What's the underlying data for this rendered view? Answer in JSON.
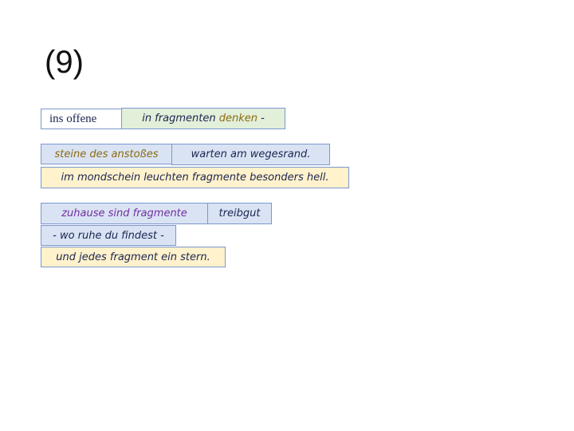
{
  "slide": {
    "title": "(9)"
  },
  "fragments": [
    {
      "text": "ins offene"
    },
    {
      "text": "in fragmenten ",
      "highlight": "denken",
      "suffix": " -"
    },
    {
      "text": "steine des anstoßes"
    },
    {
      "text": "warten am wegesrand."
    },
    {
      "text": "im mondschein leuchten fragmente besonders hell."
    },
    {
      "text": "zuhause sind fragmente"
    },
    {
      "text": "treibgut"
    },
    {
      "text": "- wo ruhe du findest -"
    },
    {
      "text": "und jedes fragment ein stern."
    }
  ],
  "colors": {
    "border": "#7b97cf",
    "green": "#e2efd9",
    "blue": "#dae3f3",
    "yellow": "#fff2cc",
    "gold": "#8a6a10",
    "purple": "#7030a0"
  }
}
